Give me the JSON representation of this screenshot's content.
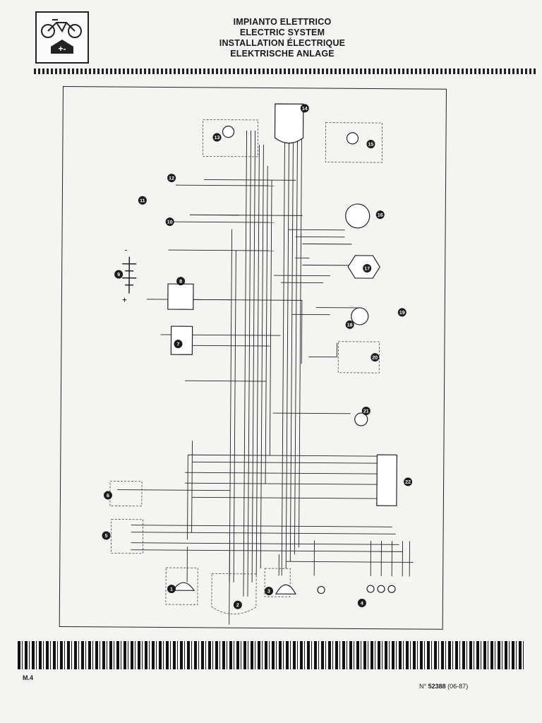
{
  "header": {
    "titles": [
      "IMPIANTO ELETTRICO",
      "ELECTRIC SYSTEM",
      "INSTALLATION ÉLECTRIQUE",
      "ELEKTRISCHE ANLAGE"
    ],
    "logo_icons": [
      "motorcycle-icon",
      "battery-plus-minus-icon"
    ],
    "battery_symbol": "+-"
  },
  "diagram": {
    "components": [
      "1",
      "2",
      "3",
      "4",
      "5",
      "6",
      "7",
      "8",
      "9",
      "10",
      "11",
      "12",
      "13",
      "14",
      "15",
      "16",
      "17",
      "18",
      "19",
      "20",
      "21",
      "22"
    ],
    "battery_signs": [
      "-",
      "+"
    ]
  },
  "footer": {
    "page_label": "M.4",
    "doc_prefix": "N°",
    "doc_number": "52388",
    "doc_date": "(06-87)"
  }
}
